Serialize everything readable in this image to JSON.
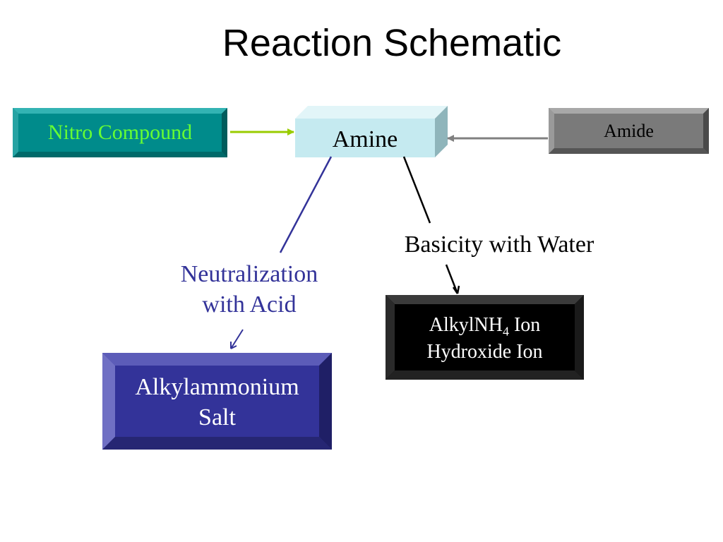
{
  "title": "Reaction Schematic",
  "nodes": {
    "nitro": {
      "label": "Nitro Compound",
      "color": "#008b8b",
      "text_color": "#66ff33"
    },
    "amine": {
      "label": "Amine",
      "color": "#c5eaf0"
    },
    "amide": {
      "label": "Amide",
      "color": "#7a7a7a"
    },
    "salt": {
      "line1": "Alkylammonium",
      "line2": "Salt",
      "color": "#333399"
    },
    "ion": {
      "line1_a": "AlkylNH",
      "line1_sub": "4",
      "line1_b": " Ion",
      "line2": "Hydroxide Ion",
      "color": "#000000"
    }
  },
  "edges": {
    "neutralization": {
      "line1": "Neutralization",
      "line2": "with Acid",
      "color": "#333399"
    },
    "basicity": {
      "label": "Basicity with Water",
      "color": "#000000"
    },
    "nitro_to_amine": {
      "color": "#99cc00"
    },
    "amide_to_amine": {
      "color": "#808080"
    }
  }
}
